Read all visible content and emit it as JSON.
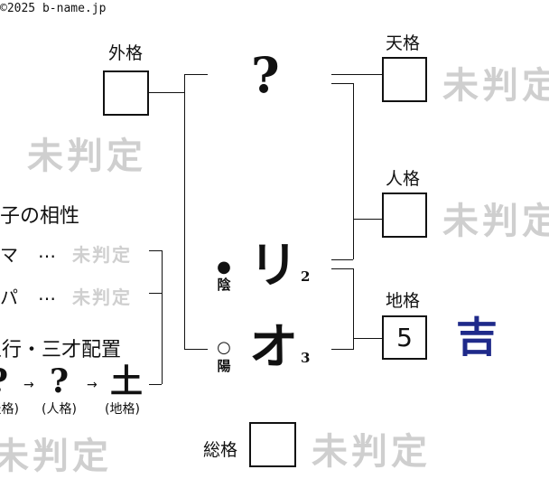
{
  "copyright": "©2025 b-name.jp",
  "name": {
    "top_char": "?",
    "chars": [
      {
        "char": "リ",
        "strokes": "2",
        "yinyang_mark": "●",
        "yinyang_label": "陰"
      },
      {
        "char": "オ",
        "strokes": "3",
        "yinyang_mark": "○",
        "yinyang_label": "陽"
      }
    ]
  },
  "kaku": {
    "gaikaku": {
      "label": "外格",
      "value": ""
    },
    "tenkaku": {
      "label": "天格",
      "value": ""
    },
    "jinkaku": {
      "label": "人格",
      "value": ""
    },
    "chikaku": {
      "label": "地格",
      "value": "5"
    },
    "soukaku": {
      "label": "総格",
      "value": ""
    }
  },
  "judgements": {
    "gaikaku": "未判定",
    "tenkaku": "未判定",
    "jinkaku": "未判定",
    "chikaku": "吉",
    "soukaku": "未判定",
    "bottom_left": "未判定"
  },
  "compat": {
    "title": "親子の相性",
    "rows": [
      {
        "label": "ママ",
        "dots": "…",
        "result": "未判定"
      },
      {
        "label": "パパ",
        "dots": "…",
        "result": "未判定"
      }
    ]
  },
  "sansai": {
    "title": "五行・三才配置",
    "items": [
      {
        "char": "?",
        "sub": "(天格)"
      },
      {
        "char": "?",
        "sub": "(人格)"
      },
      {
        "char": "土",
        "sub": "(地格)"
      }
    ],
    "arrow": "→"
  },
  "colors": {
    "fortune": "#1f2a8a",
    "ghost": "#cfcfcf"
  }
}
